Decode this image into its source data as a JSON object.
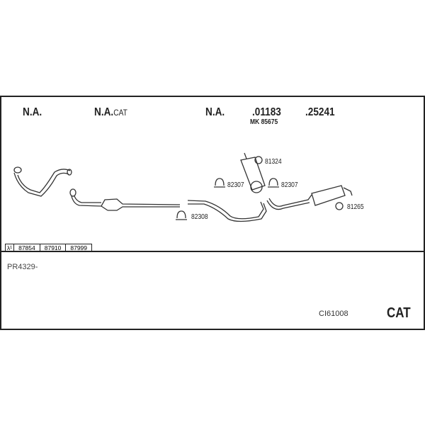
{
  "headers": {
    "h1": "N.A.",
    "h2": "N.A.",
    "h2_suffix": "CAT",
    "h3": "N.A.",
    "h4": ".01183",
    "h4_sub": "MK 85675",
    "h5": ".25241"
  },
  "part_labels": {
    "p81324": "81324",
    "p82307a": "82307",
    "p82307b": "82307",
    "p82308": "82308",
    "p81265": "81265"
  },
  "ref_table": {
    "symbol": "λ¹",
    "codes": [
      "87854",
      "87910",
      "87999"
    ]
  },
  "footer": {
    "pr": "PR4329-",
    "code": "CI61008",
    "cat": "CAT"
  }
}
